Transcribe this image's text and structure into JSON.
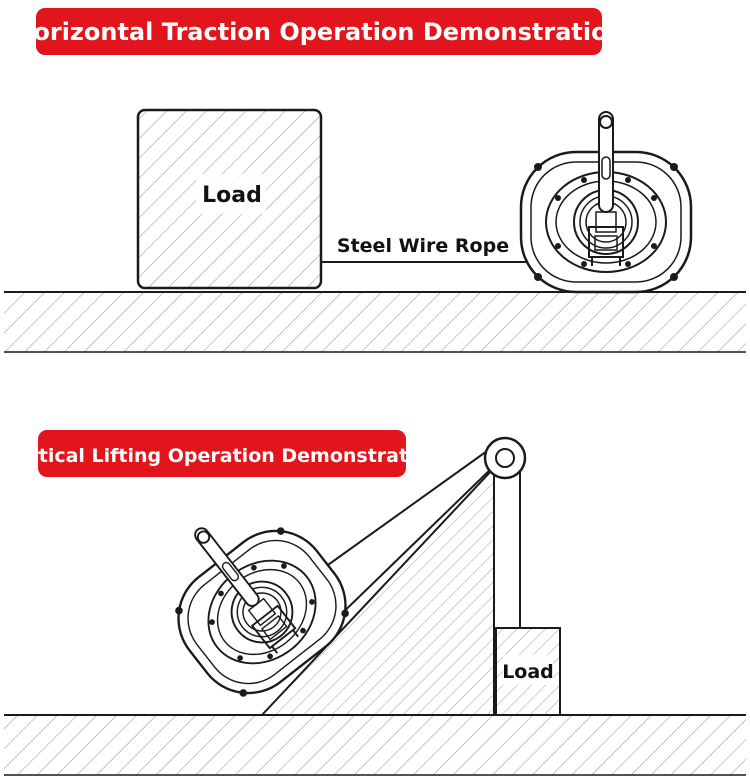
{
  "sections": {
    "horizontal": {
      "title": "Horizontal Traction Operation Demonstration",
      "load_label": "Load",
      "rope_label": "Steel Wire Rope"
    },
    "vertical": {
      "title": "Vertical Lifting Operation Demonstration",
      "load_label": "Load"
    }
  },
  "colors": {
    "banner": "#e1151b",
    "line": "#1a1a1a",
    "hatch": "#9a9a9a",
    "background": "#ffffff"
  },
  "icons": {
    "winch": "winch-icon",
    "pulley": "pulley-icon"
  }
}
